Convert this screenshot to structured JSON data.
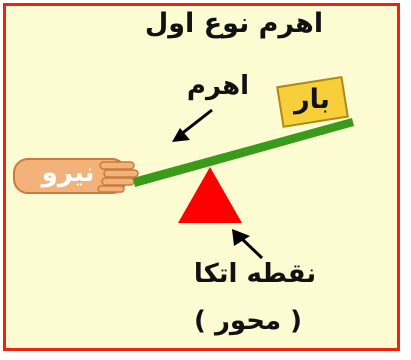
{
  "title": "اهرم نوع اول",
  "lever_label": "اهرم",
  "load_label": "بار",
  "force_label": "نیرو",
  "fulcrum_label": "نقطه اتکا",
  "axis_label": "( محور )",
  "colors": {
    "border": "#ee2211",
    "background": "#fdfbd2",
    "lever": "#3a9a1a",
    "fulcrum": "#ff0000",
    "load_box": "#f6cf3a",
    "hand": "#f2b27a"
  }
}
